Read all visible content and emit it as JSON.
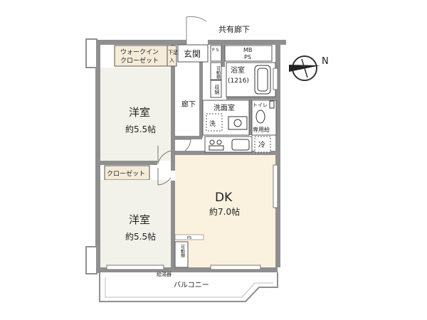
{
  "corridor": "共有廊下",
  "walkin_closet": [
    "ウォークイン",
    "クローゼット"
  ],
  "shoe_storage": [
    "下足",
    "入"
  ],
  "entrance": "玄関",
  "ps": "P S",
  "mb_ps": [
    "MB",
    "PS"
  ],
  "bathroom": "浴室",
  "bath_size": "(1216)",
  "movable_shelf": "可動棚",
  "storage": "収納",
  "hallway": "廊下",
  "washroom": "洗面室",
  "wash_mark": "洗",
  "toilet": "トイレ",
  "gas_water_heater": "専用給",
  "fridge": "冷",
  "room1": {
    "name": "洋室",
    "size": "約5.5帖"
  },
  "room2": {
    "name": "洋室",
    "size": "約5.5帖"
  },
  "closet": "クローゼット",
  "dk": {
    "name": "DK",
    "size": "約7.0帖"
  },
  "ps_small": "PS",
  "movable_shelf_2": "可動棚",
  "water_heater": "給湯器",
  "balcony": "バルコニー",
  "compass": "N",
  "colors": {
    "wall": "#8f8f8f",
    "tatami_room": "#f2f1ea",
    "dk_floor": "#fbf1df",
    "wet_area": "#ffffff",
    "closet": "#f5ecd8",
    "text": "#222222"
  }
}
